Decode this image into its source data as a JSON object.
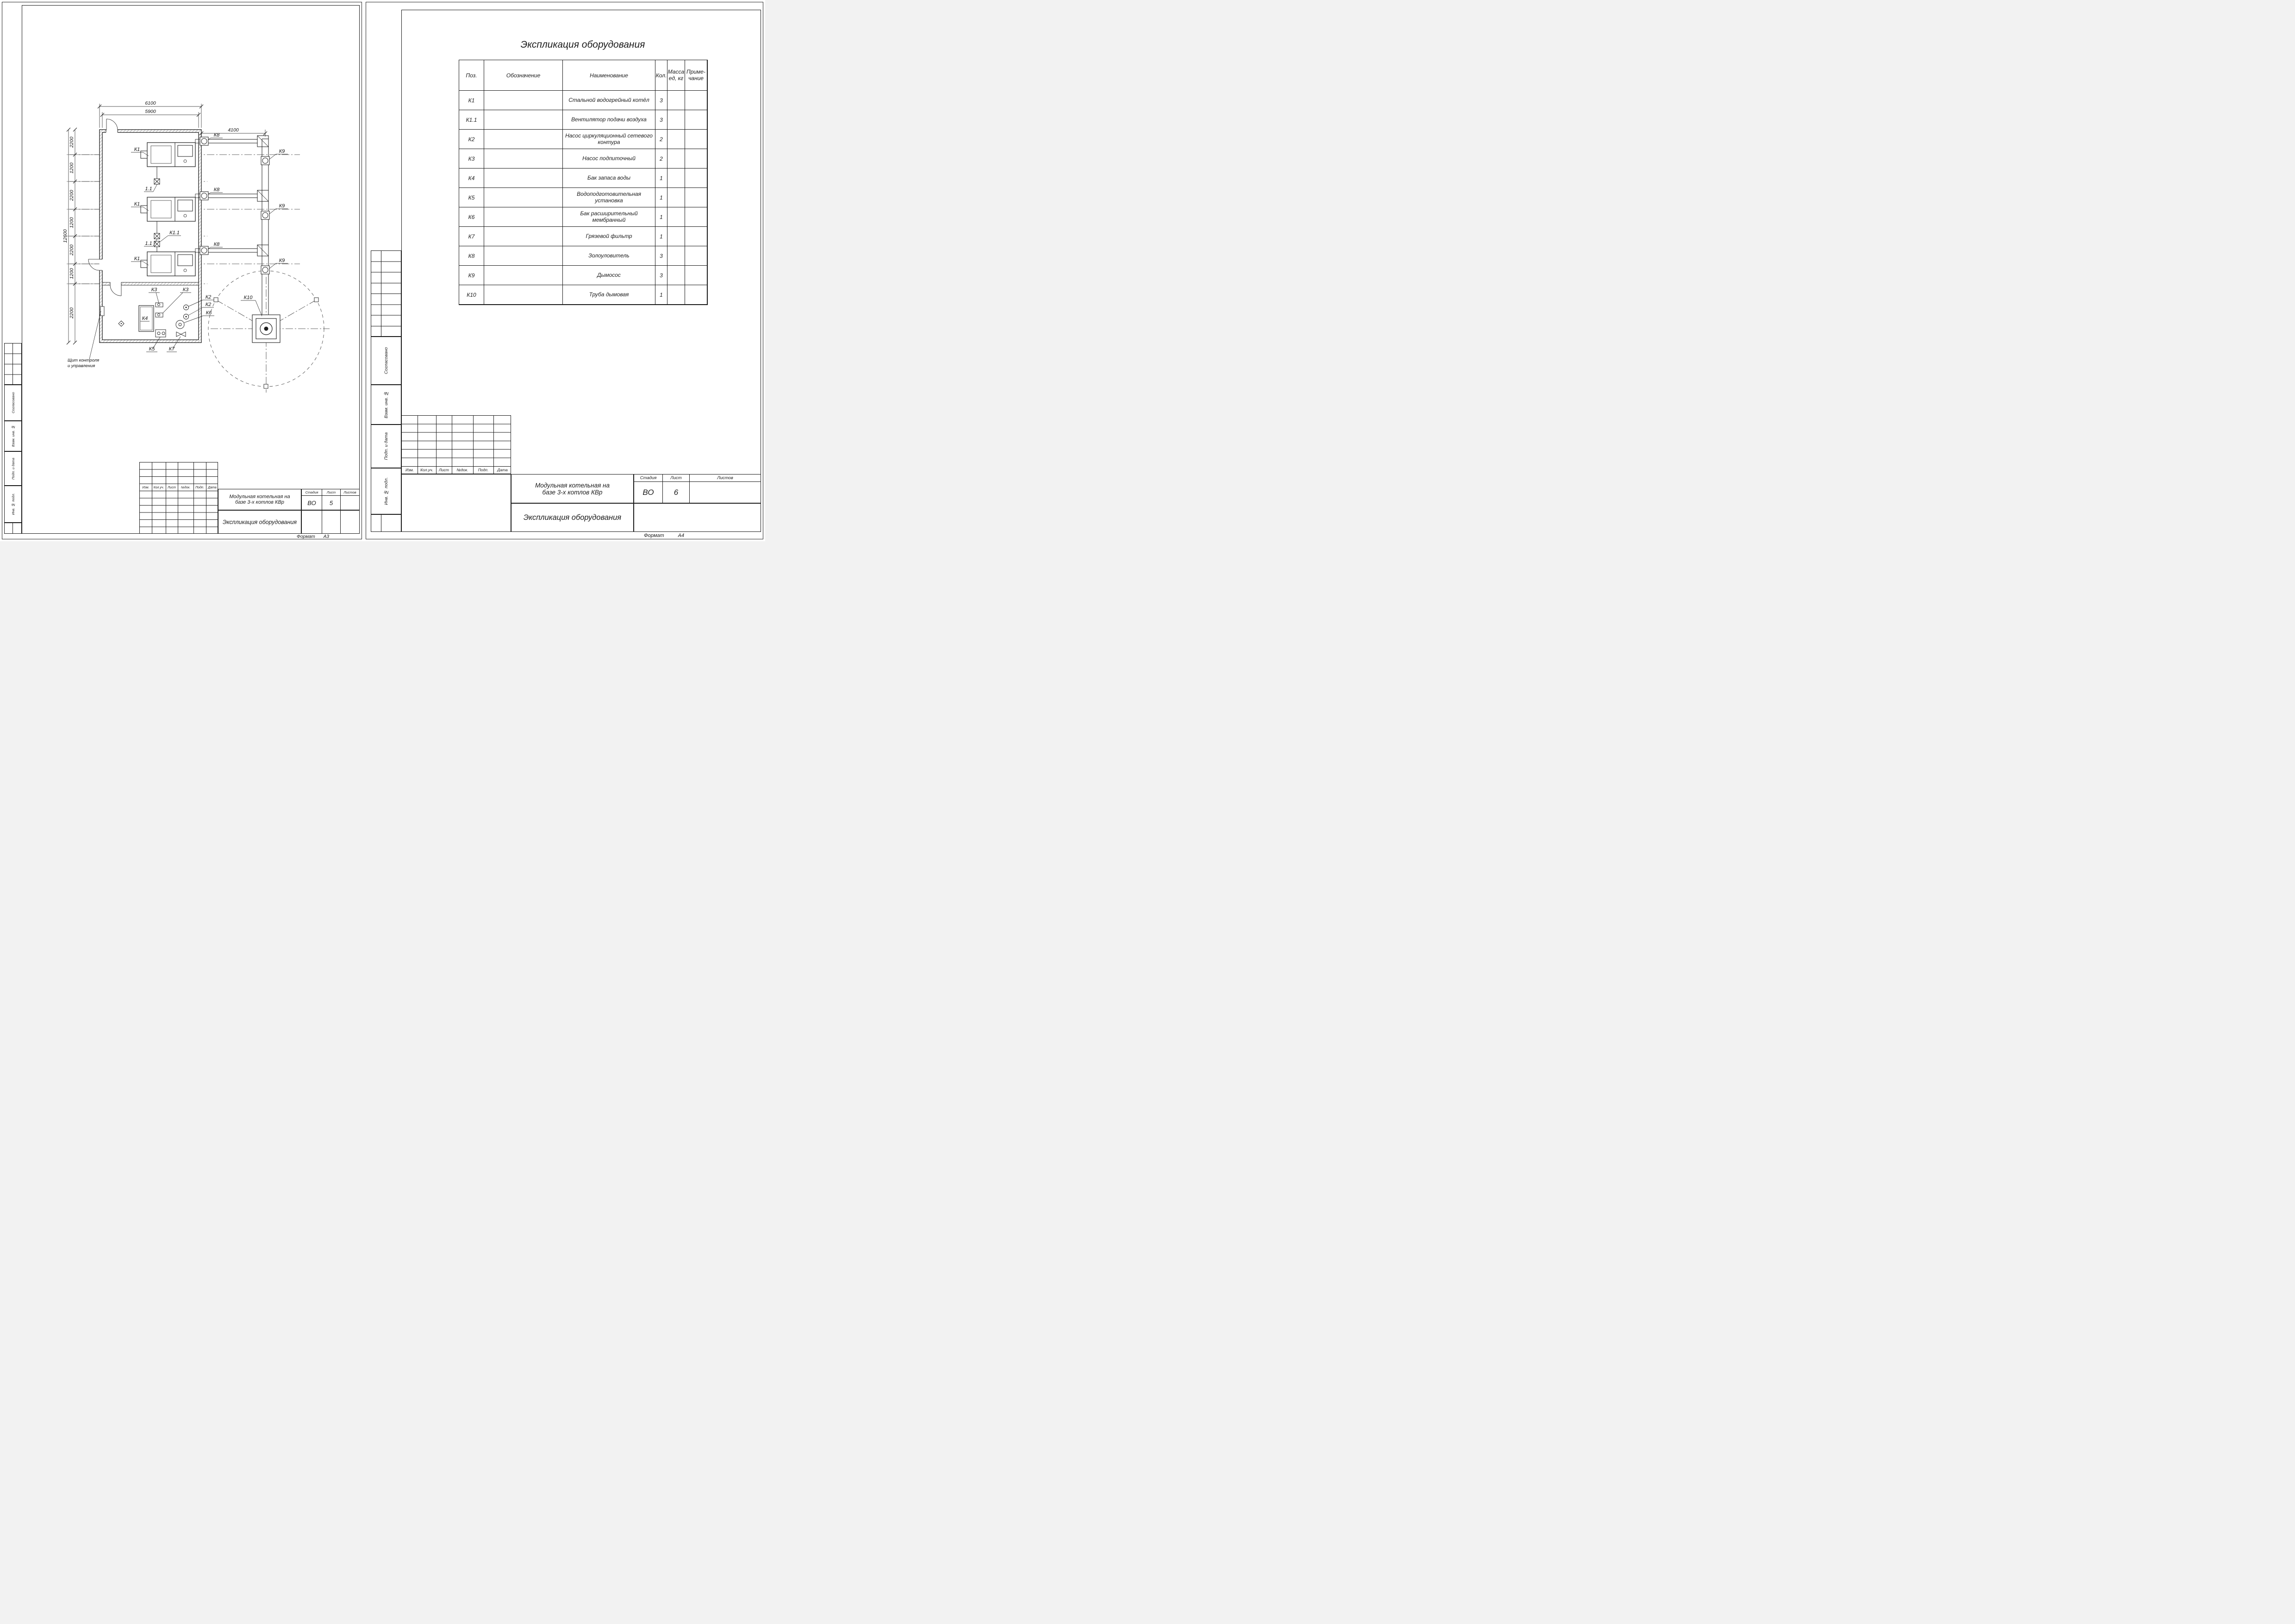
{
  "stamp": {
    "agreed": "Согласовано",
    "vzam": "Взам. инв. №",
    "podp": "Подп. и дата",
    "inv": "Инв. № подл."
  },
  "plan": {
    "dims": {
      "width_outer": "6100",
      "width_inner": "5900",
      "to_chimney": "4100",
      "total_depth": "12600",
      "segments": [
        "2200",
        "1200",
        "2200",
        "1200",
        "2200",
        "1200",
        "2200"
      ]
    },
    "labels": {
      "boiler": "К1",
      "section": "1.1",
      "fan": "К1.1",
      "ash_collector": "К8",
      "smoke_exhauster": "К9",
      "chimney": "К10",
      "net_pump": "К2",
      "feed_pump": "К3",
      "water_tank": "К4",
      "water_treatment": "К5",
      "exp_tank": "К6",
      "mud_filter": "К7"
    },
    "note_line1": "Щит контроля",
    "note_line2": "и управления"
  },
  "spec": {
    "title": "Экспликация оборудования",
    "headers": {
      "pos": "Поз.",
      "designation": "Обозначение",
      "name": "Наименование",
      "qty": "Кол.",
      "mass_l1": "Масса",
      "mass_l2": "ед, кг",
      "note_l1": "Приме-",
      "note_l2": "чание"
    },
    "rows": [
      {
        "pos": "К1",
        "name": "Стальной водогрейный котёл",
        "qty": "3"
      },
      {
        "pos": "К1.1",
        "name": "Вентилятор подачи воздуха",
        "qty": "3"
      },
      {
        "pos": "К2",
        "name": "Насос циркуляционный сетевого контура",
        "qty": "2"
      },
      {
        "pos": "К3",
        "name": "Насос подпиточный",
        "qty": "2"
      },
      {
        "pos": "К4",
        "name": "Бак запаса воды",
        "qty": "1"
      },
      {
        "pos": "К5",
        "name": "Водоподготовительная установка",
        "qty": "1"
      },
      {
        "pos": "К6",
        "name": "Бак расширительный мембранный",
        "qty": "1"
      },
      {
        "pos": "К7",
        "name": "Грязевой фильтр",
        "qty": "1"
      },
      {
        "pos": "К8",
        "name": "Золоуловитель",
        "qty": "3"
      },
      {
        "pos": "К9",
        "name": "Дымосос",
        "qty": "3"
      },
      {
        "pos": "К10",
        "name": "Труба дымовая",
        "qty": "1"
      }
    ]
  },
  "titleblock": {
    "rev_cols": [
      "Изм.",
      "Кол.уч.",
      "Лист",
      "№док.",
      "Подп.",
      "Дата"
    ],
    "stage_label": "Стадия",
    "sheet_label": "Лист",
    "sheets_label": "Листов",
    "project_l1": "Модульная котельная на",
    "project_l2": "базе 3-х котлов КВр",
    "doc_title": "Экспликация оборудования",
    "stage": "ВО",
    "format_label": "Формат",
    "a3": {
      "sheet": "5",
      "format": "А3"
    },
    "a4": {
      "sheet": "6",
      "format": "А4"
    }
  }
}
